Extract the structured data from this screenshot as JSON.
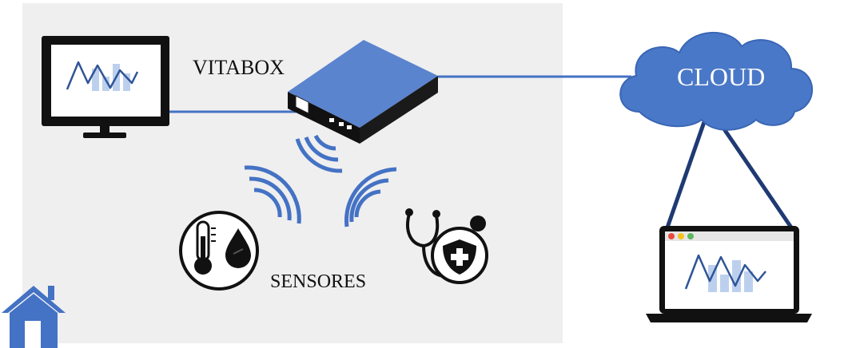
{
  "labels": {
    "hub": "VITABOX",
    "cloud": "CLOUD",
    "sensors": "SENSORES"
  },
  "colors": {
    "panel": "#efefef",
    "accent": "#4472c4",
    "accent_dark": "#2f5597",
    "cloud_fill": "#4a78c8",
    "line_dark": "#1f3a73",
    "device_black": "#111111",
    "chart_light": "#bcd0ee",
    "window_red": "#e84c3d",
    "window_yellow": "#f3c31c",
    "window_green": "#5cb85c"
  },
  "icons": {
    "home": "home-icon",
    "monitor": "desktop-monitor-icon",
    "hub": "vitabox-device-icon",
    "cloud": "cloud-icon",
    "laptop": "laptop-icon",
    "thermometer": "thermometer-icon",
    "humidity": "water-drop-icon",
    "stethoscope": "stethoscope-icon",
    "health_shield": "health-shield-icon",
    "wireless": "wireless-signal-icon"
  }
}
